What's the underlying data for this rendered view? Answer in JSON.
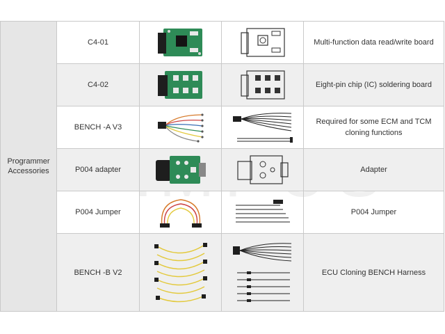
{
  "table": {
    "group_label_line1": "Programmer",
    "group_label_line2": "Accessories",
    "rows": [
      {
        "name": "C4-01",
        "photo_icon": "green-pcb-board-photo-icon",
        "diagram_icon": "board-line-drawing-icon",
        "description": "Multi-function data read/write board"
      },
      {
        "name": "C4-02",
        "photo_icon": "green-pcb-board-photo-icon",
        "diagram_icon": "board-line-drawing-icon",
        "description": "Eight-pin chip (IC) soldering board"
      },
      {
        "name": "BENCH -A V3",
        "photo_icon": "cable-harness-photo-icon",
        "diagram_icon": "cable-harness-drawing-icon",
        "description": "Required for some ECM and TCM cloning functions"
      },
      {
        "name": "P004 adapter",
        "photo_icon": "adapter-photo-icon",
        "diagram_icon": "adapter-drawing-icon",
        "description": "Adapter"
      },
      {
        "name": "P004 Jumper",
        "photo_icon": "jumper-wires-photo-icon",
        "diagram_icon": "jumper-wires-drawing-icon",
        "description": "P004 Jumper"
      },
      {
        "name": "BENCH -B V2",
        "photo_icon": "yellow-cable-harness-photo-icon",
        "diagram_icon": "cable-harness-drawing-icon",
        "description": "ECU Cloning BENCH Harness"
      }
    ]
  },
  "watermark": "TEMPUS",
  "colors": {
    "pcb_green": "#2e8b57",
    "connector_black": "#1e1e1e",
    "wire_yellow": "#e3c93c",
    "wire_orange": "#d77a2a",
    "border_grey": "#c9c9c9",
    "group_bg": "#e6e6e6",
    "alt_row_bg": "#efefef"
  }
}
